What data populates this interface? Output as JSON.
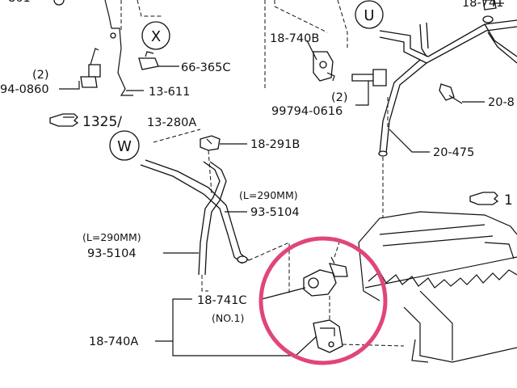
{
  "colors": {
    "highlight_ring": "#e0457b",
    "ink": "#111111",
    "background": "#ffffff"
  },
  "refs": {
    "arrow_1325": "1325/",
    "arrow_1325_sub": "13-280A",
    "arrow_right": "1"
  },
  "callouts": {
    "x": "X",
    "u": "U",
    "w": "W"
  },
  "labels": {
    "p66_365c": "66-365C",
    "p13_611": "13-611",
    "p94_0860": "94-0860",
    "qty_left": "(2)",
    "p18_740b": "18-740B",
    "p99794_0616": "99794-0616",
    "qty_mid": "(2)",
    "p20_475": "20-475",
    "p18_741_top": "18-741",
    "p20_8": "20-8",
    "p18_291b": "18-291B",
    "hose_len_1": "(L=290MM)",
    "p93_5104_a": "93-5104",
    "hose_len_2": "(L=290MM)",
    "p93_5104_b": "93-5104",
    "p18_741c": "18-741C",
    "no1": "(NO.1)",
    "p18_740a": "18-740A",
    "top_left_fragment": "861"
  }
}
